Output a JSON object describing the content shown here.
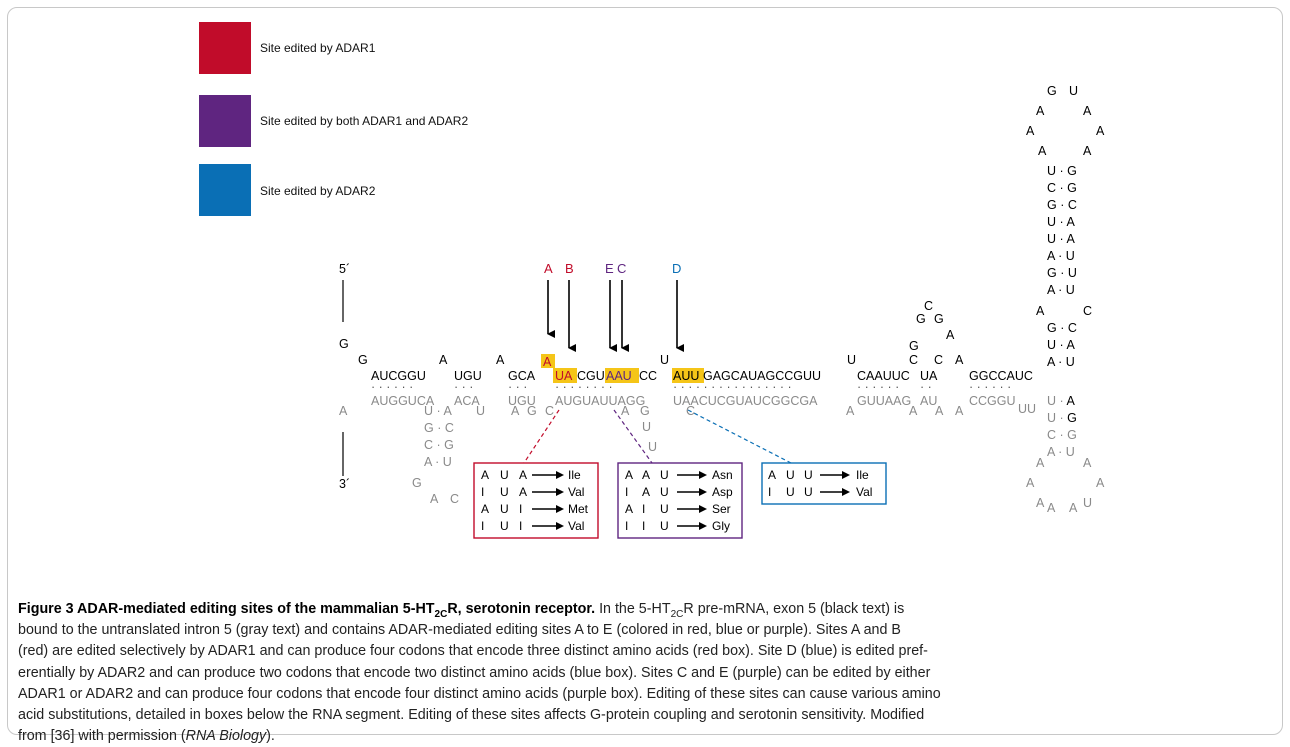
{
  "legend": [
    {
      "label": "Site edited by ADAR1",
      "color": "#c10c2a"
    },
    {
      "label": "Site edited by both ADAR1 and ADAR2",
      "color": "#5f2580"
    },
    {
      "label": "Site edited by ADAR2",
      "color": "#0a6fb5"
    }
  ],
  "ends": {
    "five": "5´",
    "three": "3´"
  },
  "sites": {
    "A": "A",
    "B": "B",
    "C": "C",
    "D": "D",
    "E": "E"
  },
  "colors": {
    "adar1": "#c10c2a",
    "both": "#5f2580",
    "adar2": "#0a6fb5",
    "highlight": "#f5c518",
    "green": "#3aa24a",
    "exon": "#000000",
    "intron": "#8a8a8a"
  },
  "sequence": {
    "top": [
      "AUCGGU",
      "UGU",
      "GCA",
      "CGU",
      "CC",
      "GAGCAUAGCCGUU",
      "CAAUUC",
      "UA",
      "GGCCAUC"
    ],
    "top_edited": [
      "A",
      "UA",
      "AAU",
      "AUU"
    ],
    "top_loops": [
      "G",
      "G",
      "A",
      "A",
      "U",
      "U",
      "G",
      "C",
      "G",
      "G",
      "C",
      "A",
      "C",
      "A"
    ],
    "bottom": [
      "AUGGUCA",
      "ACA",
      "UGU",
      "AUGUAUUAGG",
      "UAACUCGUAUCGGCGA",
      "GUUAAG",
      "AU",
      "CCGGU",
      "UU"
    ],
    "bottom_loops": [
      "A",
      "U",
      "A",
      "G",
      "C",
      "A",
      "U",
      "U",
      "C",
      "A",
      "A",
      "A"
    ],
    "side_branch": [
      [
        "U",
        "A"
      ],
      [
        "G",
        "C"
      ],
      [
        "C",
        "G"
      ],
      [
        "A",
        "U"
      ]
    ],
    "side_loop": [
      "G",
      "A",
      "C"
    ],
    "hairpin_stem": [
      [
        "U",
        "G"
      ],
      [
        "C",
        "G"
      ],
      [
        "G",
        "C"
      ],
      [
        "U",
        "A"
      ],
      [
        "U",
        "A"
      ],
      [
        "A",
        "U"
      ],
      [
        "G",
        "U"
      ],
      [
        "A",
        "U"
      ]
    ],
    "hairpin_loop": [
      "A",
      "A",
      "G",
      "U",
      "A",
      "A",
      "A",
      "A"
    ],
    "hairpin_bulge": [
      "A",
      "C"
    ],
    "hairpin_lower": [
      [
        "G",
        "C"
      ],
      [
        "U",
        "A"
      ],
      [
        "A",
        "U"
      ]
    ],
    "lower_hairpin": [
      [
        "U",
        "A"
      ],
      [
        "U",
        "G"
      ],
      [
        "C",
        "G"
      ],
      [
        "A",
        "U"
      ]
    ],
    "lower_loop": [
      "A",
      "A",
      "A",
      "A",
      "A",
      "U",
      "A",
      "A"
    ]
  },
  "tables": {
    "adar1": [
      [
        "A",
        "U",
        "A",
        "Ile"
      ],
      [
        "I",
        "U",
        "A",
        "Val"
      ],
      [
        "A",
        "U",
        "I",
        "Met"
      ],
      [
        "I",
        "U",
        "I",
        "Val"
      ]
    ],
    "both": [
      [
        "A",
        "A",
        "U",
        "Asn"
      ],
      [
        "I",
        "A",
        "U",
        "Asp"
      ],
      [
        "A",
        "I",
        "U",
        "Ser"
      ],
      [
        "I",
        "I",
        "U",
        "Gly"
      ]
    ],
    "adar2": [
      [
        "A",
        "U",
        "U",
        "Ile"
      ],
      [
        "I",
        "U",
        "U",
        "Val"
      ]
    ]
  },
  "caption": {
    "title_pre": "Figure 3 ADAR-mediated editing sites of the mammalian 5-HT",
    "title_sub": "2C",
    "title_post": "R, serotonin receptor.",
    "b1": " In the 5-HT",
    "b1_sub": "2C",
    "b1_post": "R pre-mRNA, exon 5 (black text) is",
    "lines": [
      "bound to the untranslated intron 5 (gray text) and contains ADAR-mediated editing sites A to E (colored in red, blue or purple). Sites A and B",
      "(red) are edited selectively by ADAR1 and can produce four codons that encode three distinct amino acids (red box). Site D (blue) is edited pref-",
      "erentially by ADAR2 and can produce two codons that encode two distinct amino acids (blue box). Sites C and E (purple) can be edited by either",
      "ADAR1 or ADAR2 and can produce four codons that encode four distinct amino acids (purple box). Editing of these sites can cause various amino",
      "acid substitutions, detailed in boxes below the RNA segment. Editing of these sites affects G-protein coupling and serotonin sensitivity. Modified"
    ],
    "last_pre": "from [36] with permission (",
    "last_ital": "RNA Biology",
    "last_post": ")."
  }
}
